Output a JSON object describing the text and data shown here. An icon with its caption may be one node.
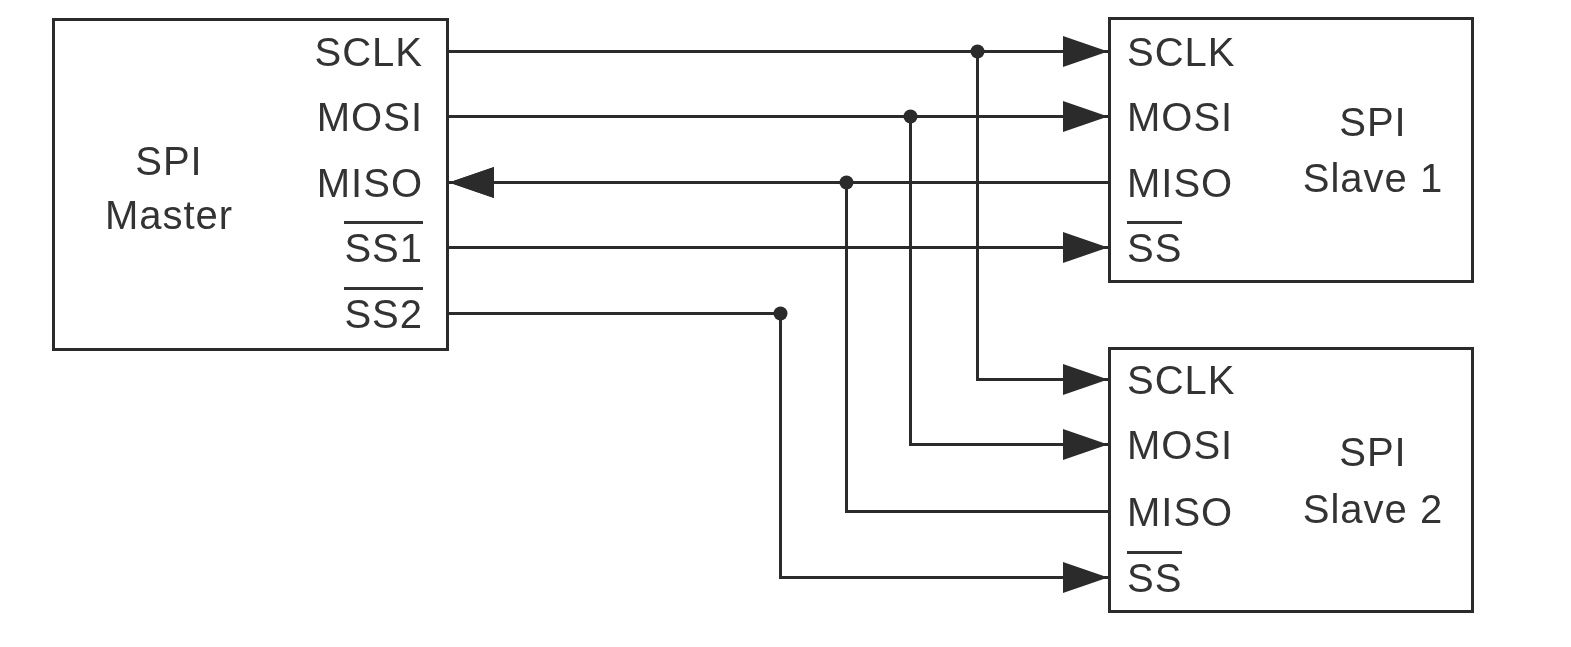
{
  "diagram": {
    "nodes": [
      {
        "text": [
          "SPI Master"
        ]
      },
      {
        "text": [
          "SCLK"
        ],
        "in": 0
      },
      {
        "text": [
          "MOSI"
        ],
        "in": 0
      },
      {
        "text": [
          "MISO"
        ],
        "in": 0
      },
      {
        "text": [
          "SS1"
        ],
        "in": 0
      },
      {
        "text": [
          "SS2"
        ],
        "in": 0
      },
      {
        "text": [
          "SPI Slave 1"
        ]
      },
      {
        "text": [
          "SCLK"
        ],
        "in": 6
      },
      {
        "text": [
          "MOSI"
        ],
        "in": 6
      },
      {
        "text": [
          "MISO"
        ],
        "in": 6
      },
      {
        "text": [
          "SS"
        ],
        "in": 6
      },
      {
        "text": [
          "SPI Slave 2"
        ]
      },
      {
        "text": [
          "SCLK"
        ],
        "in": 11
      },
      {
        "text": [
          "MOSI"
        ],
        "in": 11
      },
      {
        "text": [
          "MISO"
        ],
        "in": 11
      },
      {
        "text": [
          "SS"
        ],
        "in": 11
      }
    ],
    "edges": [
      {
        "from": 1,
        "to": 7,
        "arrow": "to"
      },
      {
        "from": 1,
        "to": 12,
        "arrow": "to"
      },
      {
        "from": 2,
        "to": 8,
        "arrow": "to"
      },
      {
        "from": 2,
        "to": 13,
        "arrow": "to"
      },
      {
        "from": 9,
        "to": 3,
        "arrow": "to"
      },
      {
        "from": 14,
        "to": 3,
        "arrow": "to"
      },
      {
        "from": 4,
        "to": 10,
        "arrow": "to"
      },
      {
        "from": 5,
        "to": 15,
        "arrow": "to"
      }
    ]
  }
}
